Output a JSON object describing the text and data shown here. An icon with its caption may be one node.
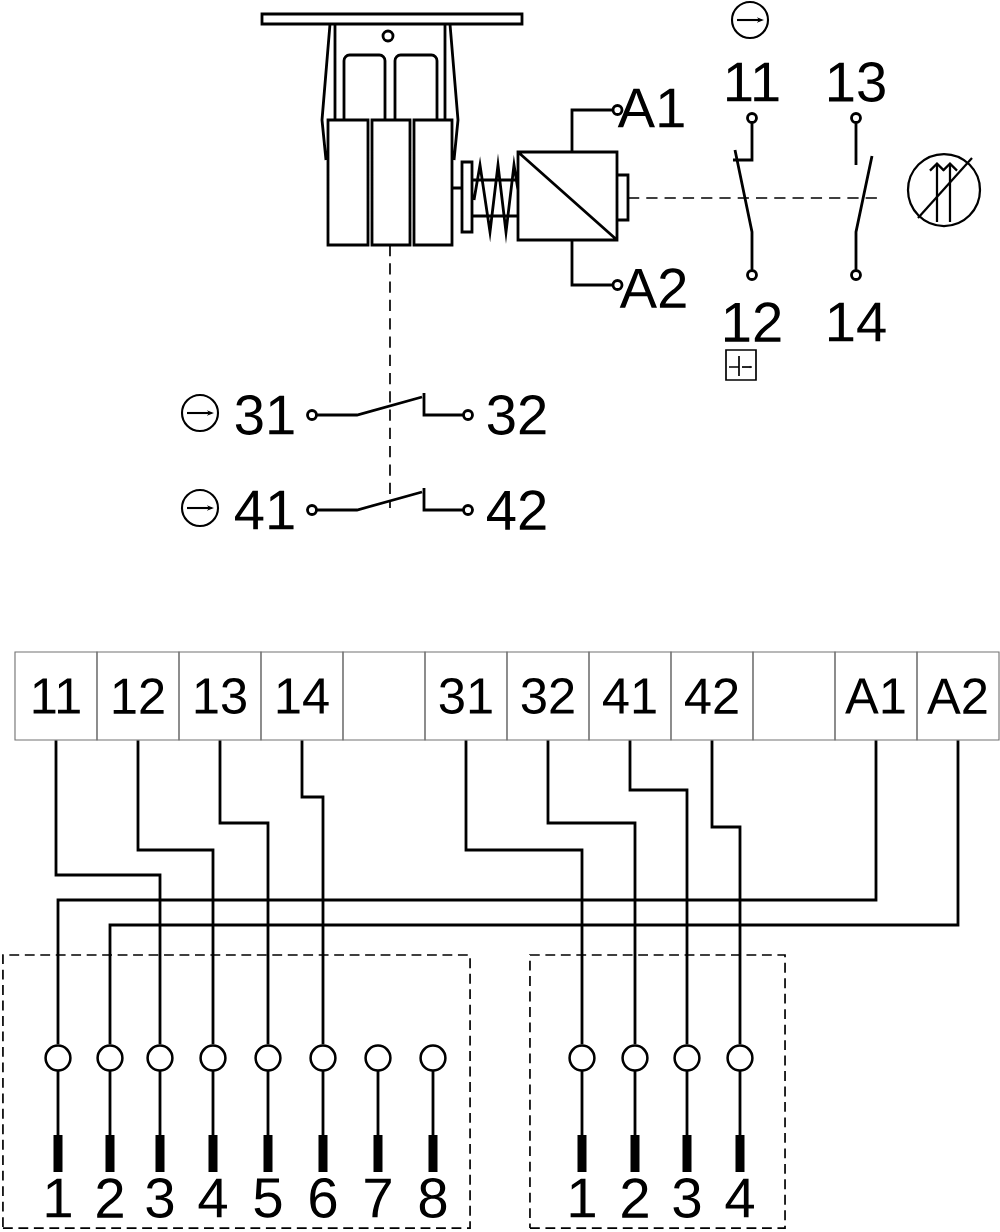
{
  "diagram": {
    "nodes": [
      {
        "text": [
          "11"
        ]
      },
      {
        "text": [
          "12"
        ]
      },
      {
        "text": [
          "13"
        ]
      },
      {
        "text": [
          "14"
        ]
      },
      {
        "text": [],
        "shape": "box"
      },
      {
        "text": [
          "31"
        ]
      },
      {
        "text": [
          "32"
        ]
      },
      {
        "text": [
          "41"
        ]
      },
      {
        "text": [
          "42"
        ]
      },
      {
        "text": [],
        "shape": "box"
      },
      {
        "text": [
          "A1"
        ]
      },
      {
        "text": [
          "A2"
        ]
      },
      {
        "text": [],
        "shape": "box"
      },
      {
        "text": [],
        "shape": "box"
      },
      {
        "text": [
          "1"
        ],
        "in": 12
      },
      {
        "text": [
          "2"
        ],
        "in": 12
      },
      {
        "text": [
          "3"
        ],
        "in": 12
      },
      {
        "text": [
          "4"
        ],
        "in": 12
      },
      {
        "text": [
          "5"
        ],
        "in": 12
      },
      {
        "text": [
          "6"
        ],
        "in": 12
      },
      {
        "text": [
          "7"
        ],
        "in": 12
      },
      {
        "text": [
          "8"
        ],
        "in": 12
      },
      {
        "text": [
          "1"
        ],
        "in": 13
      },
      {
        "text": [
          "2"
        ],
        "in": 13
      },
      {
        "text": [
          "3"
        ],
        "in": 13
      },
      {
        "text": [
          "4"
        ],
        "in": 13
      }
    ],
    "edges": [
      {
        "from": 0,
        "to": 16,
        "arrow": "none"
      },
      {
        "from": 1,
        "to": 17,
        "arrow": "none"
      },
      {
        "from": 2,
        "to": 18,
        "arrow": "none"
      },
      {
        "from": 3,
        "to": 19,
        "arrow": "none"
      },
      {
        "from": 5,
        "to": 22,
        "arrow": "none"
      },
      {
        "from": 6,
        "to": 23,
        "arrow": "none"
      },
      {
        "from": 7,
        "to": 24,
        "arrow": "none"
      },
      {
        "from": 8,
        "to": 25,
        "arrow": "none"
      },
      {
        "from": 10,
        "to": 14,
        "arrow": "none"
      },
      {
        "from": 11,
        "to": 15,
        "arrow": "none"
      }
    ],
    "labels": [
      "11",
      "13",
      "A1",
      "A2",
      "12",
      "14",
      "31",
      "32",
      "41",
      "42"
    ]
  }
}
